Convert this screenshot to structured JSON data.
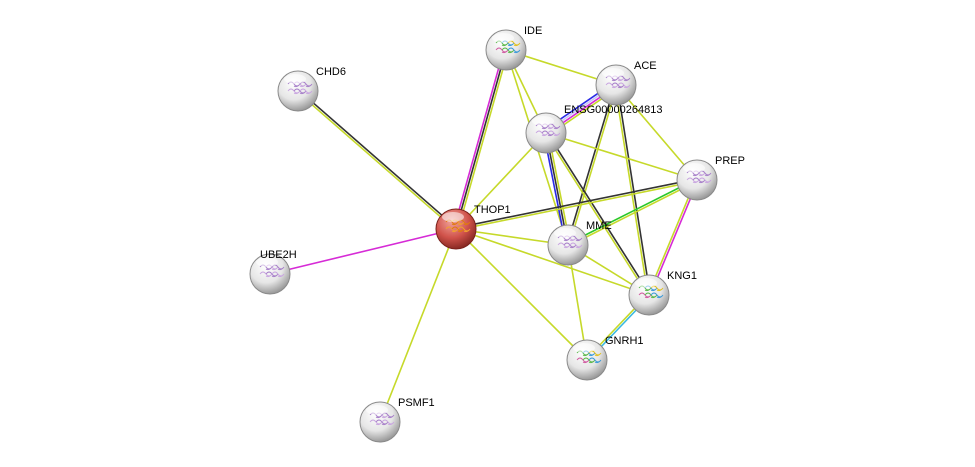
{
  "nodes": [
    {
      "id": "IDE",
      "label": "IDE",
      "color": "plain",
      "structure": "multicolor"
    },
    {
      "id": "CHD6",
      "label": "CHD6",
      "color": "plain",
      "structure": "purple"
    },
    {
      "id": "ACE",
      "label": "ACE",
      "color": "plain",
      "structure": "purple"
    },
    {
      "id": "ENSG",
      "label": "ENSG00000264813",
      "color": "plain",
      "structure": "purple"
    },
    {
      "id": "PREP",
      "label": "PREP",
      "color": "plain",
      "structure": "purple"
    },
    {
      "id": "THOP1",
      "label": "THOP1",
      "color": "query",
      "structure": "orange"
    },
    {
      "id": "MME",
      "label": "MME",
      "color": "plain",
      "structure": "purple"
    },
    {
      "id": "UBE2H",
      "label": "UBE2H",
      "color": "plain",
      "structure": "purple"
    },
    {
      "id": "KNG1",
      "label": "KNG1",
      "color": "plain",
      "structure": "multicolor"
    },
    {
      "id": "GNRH1",
      "label": "GNRH1",
      "color": "plain",
      "structure": "multicolor"
    },
    {
      "id": "PSMF1",
      "label": "PSMF1",
      "color": "plain",
      "structure": "purple"
    }
  ],
  "colors": {
    "yellow": "#c6d92a",
    "black": "#333333",
    "magenta": "#d62bd6",
    "blue": "#2a2ae6",
    "lightblue": "#c8c8f8",
    "green": "#2ac82a",
    "cyan": "#3ab8e0",
    "query": "#d0524a"
  },
  "edges": [
    {
      "a": "CHD6",
      "b": "THOP1",
      "ev": [
        "black",
        "yellow"
      ]
    },
    {
      "a": "UBE2H",
      "b": "THOP1",
      "ev": [
        "magenta"
      ]
    },
    {
      "a": "PSMF1",
      "b": "THOP1",
      "ev": [
        "yellow"
      ]
    },
    {
      "a": "IDE",
      "b": "THOP1",
      "ev": [
        "yellow",
        "black",
        "magenta"
      ]
    },
    {
      "a": "IDE",
      "b": "ACE",
      "ev": [
        "yellow"
      ]
    },
    {
      "a": "IDE",
      "b": "ENSG",
      "ev": [
        "yellow"
      ]
    },
    {
      "a": "IDE",
      "b": "MME",
      "ev": [
        "yellow"
      ]
    },
    {
      "a": "ACE",
      "b": "ENSG",
      "ev": [
        "yellow",
        "magenta",
        "lightblue",
        "blue"
      ]
    },
    {
      "a": "ACE",
      "b": "MME",
      "ev": [
        "yellow",
        "black"
      ]
    },
    {
      "a": "ACE",
      "b": "KNG1",
      "ev": [
        "black",
        "yellow"
      ]
    },
    {
      "a": "ACE",
      "b": "PREP",
      "ev": [
        "yellow"
      ]
    },
    {
      "a": "ENSG",
      "b": "THOP1",
      "ev": [
        "yellow"
      ]
    },
    {
      "a": "ENSG",
      "b": "MME",
      "ev": [
        "yellow",
        "black",
        "blue"
      ]
    },
    {
      "a": "ENSG",
      "b": "KNG1",
      "ev": [
        "black",
        "yellow"
      ]
    },
    {
      "a": "ENSG",
      "b": "PREP",
      "ev": [
        "yellow"
      ]
    },
    {
      "a": "THOP1",
      "b": "PREP",
      "ev": [
        "black",
        "yellow"
      ]
    },
    {
      "a": "THOP1",
      "b": "MME",
      "ev": [
        "yellow"
      ]
    },
    {
      "a": "THOP1",
      "b": "KNG1",
      "ev": [
        "yellow"
      ]
    },
    {
      "a": "THOP1",
      "b": "GNRH1",
      "ev": [
        "yellow"
      ]
    },
    {
      "a": "MME",
      "b": "PREP",
      "ev": [
        "green",
        "yellow"
      ]
    },
    {
      "a": "MME",
      "b": "KNG1",
      "ev": [
        "yellow"
      ]
    },
    {
      "a": "MME",
      "b": "GNRH1",
      "ev": [
        "yellow"
      ]
    },
    {
      "a": "PREP",
      "b": "KNG1",
      "ev": [
        "magenta",
        "yellow"
      ]
    },
    {
      "a": "KNG1",
      "b": "GNRH1",
      "ev": [
        "cyan",
        "yellow"
      ]
    }
  ]
}
